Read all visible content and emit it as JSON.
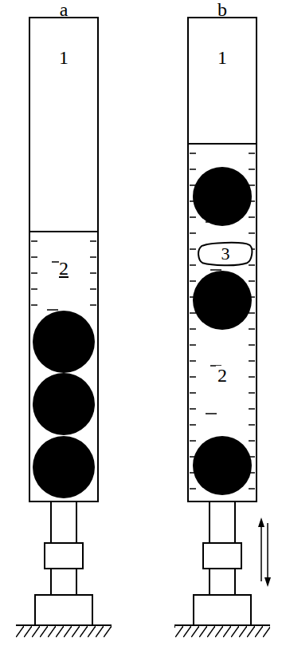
{
  "diagram": {
    "nodes": [
      {
        "text": [
          "3"
        ]
      }
    ],
    "labels": [
      "a",
      "1",
      "2",
      "b",
      "1",
      "2"
    ]
  }
}
